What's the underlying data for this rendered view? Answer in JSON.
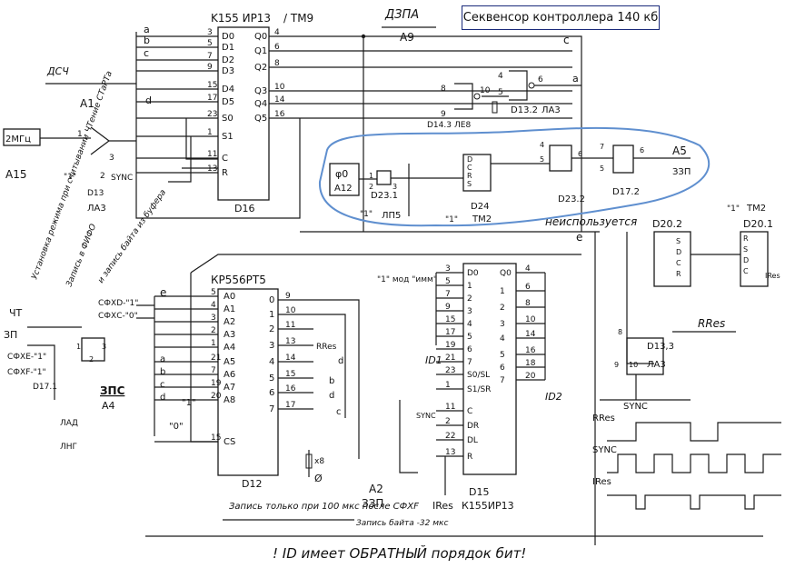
{
  "title": "Секвенсор контроллера 140 кб",
  "chips": {
    "d16": {
      "part": "K155 ИР13",
      "sub": "/ ТМ9",
      "ref": "D16",
      "inputs": [
        "D0",
        "D1",
        "D2",
        "D3",
        "D4",
        "D5",
        "S0",
        "S1",
        "C",
        "R"
      ],
      "outputs": [
        "Q0",
        "Q1",
        "Q2",
        "Q3",
        "Q4",
        "Q5"
      ],
      "in_pins": [
        "3",
        "5",
        "7",
        "9",
        "15",
        "17",
        "23",
        "1",
        "11",
        "13"
      ],
      "out_pins": [
        "4",
        "6",
        "8",
        "10",
        "14",
        "16"
      ]
    },
    "d12": {
      "part": "КР556РТ5",
      "ref": "D12",
      "inputs": [
        "A0",
        "A1",
        "A2",
        "A3",
        "A4",
        "A5",
        "A6",
        "A7",
        "A8",
        "CS"
      ],
      "in_pins": [
        "5",
        "4",
        "3",
        "2",
        "1",
        "21",
        "7",
        "19",
        "20",
        "15"
      ],
      "outputs": [
        "0",
        "1",
        "2",
        "3",
        "4",
        "5",
        "6",
        "7"
      ],
      "out_pins": [
        "9",
        "10",
        "11",
        "13",
        "14",
        "15",
        "16",
        "17"
      ]
    },
    "d15": {
      "part": "К155ИР13",
      "ref": "D15",
      "inputs": [
        "D0",
        "1",
        "2",
        "3",
        "4",
        "5",
        "6",
        "7",
        "S0/SL",
        "S1/SR",
        "C",
        "DR",
        "DL",
        "R"
      ],
      "in_pins": [
        "3",
        "5",
        "7",
        "9",
        "15",
        "17",
        "19",
        "21",
        "23",
        "1",
        "11",
        "2",
        "22",
        "13"
      ],
      "outputs": [
        "Q0",
        "1",
        "2",
        "3",
        "4",
        "5",
        "6",
        "7"
      ],
      "out_pins": [
        "4",
        "6",
        "8",
        "10",
        "14",
        "16",
        "18",
        "20"
      ]
    },
    "d13_1": {
      "ref": "D13",
      "type": "ЛА3",
      "pins": [
        "1",
        "2",
        "3"
      ]
    },
    "d13_2": {
      "ref": "D13.2",
      "type": "ЛА3",
      "pins": [
        "4",
        "5",
        "6"
      ]
    },
    "d13_3": {
      "ref": "D13,3",
      "type": "ЛА3",
      "pins": [
        "8",
        "9",
        "10"
      ]
    },
    "d14_3": {
      "ref": "D14.3",
      "type": "ЛЕ8",
      "pins": [
        "8",
        "9",
        "10"
      ]
    },
    "d17_1": {
      "ref": "D17.1",
      "pins": [
        "1",
        "2",
        "3"
      ]
    },
    "d17_2": {
      "ref": "D17.2",
      "pins": [
        "7",
        "6",
        "5"
      ]
    },
    "d20_1": {
      "ref": "D20.1",
      "type": "ТМ2",
      "pins": [
        "R",
        "S",
        "D",
        "C"
      ]
    },
    "d20_2": {
      "ref": "D20.2",
      "pins": [
        "S",
        "D",
        "C",
        "R"
      ]
    },
    "d23_1": {
      "ref": "D23.1",
      "type": "ЛП5",
      "pins": [
        "1",
        "2",
        "3"
      ]
    },
    "d23_2": {
      "ref": "D23.2",
      "pins": [
        "4",
        "5",
        "6"
      ]
    },
    "d24": {
      "ref": "D24",
      "type": "ТМ2",
      "pins": [
        "D",
        "C",
        "R",
        "S"
      ]
    }
  },
  "buses": [
    "a",
    "b",
    "c",
    "d",
    "e"
  ],
  "signals": {
    "clk_in": "2МГц",
    "clk_pin": "А15",
    "sync": "SYNC",
    "ires": "IRes",
    "rres": "RRes",
    "dsch": "ДСЧ",
    "a1": "А1",
    "zpa": "ДЗПА",
    "a9": "А9",
    "a5": "А5",
    "zp3": "ЗЗП",
    "phi0": "φ0",
    "a12": "А12",
    "a2": "А2",
    "chch": "ЧТ",
    "zp": "ЗП",
    "zps": "ЗПС",
    "a4": "А4",
    "csxe": "СФХЕ-\"1\"",
    "csxf": "СФХF-\"1\"",
    "csxd": "СФХD-\"1\"",
    "csxc": "СФХС-\"0\"",
    "lad": "ЛАД",
    "lng": "ЛНГ",
    "id1": "ID1",
    "id2": "ID2",
    "x8": "x8",
    "one": "\"1\"",
    "zero": "\"0\"",
    "ground": "Ø"
  },
  "notes": {
    "unused": "неиспользуется",
    "write_only": "Запись только при 100 мкс после СФХF",
    "byte_write": "Запись байта -32 мкс",
    "bit_order": "! ID имеет ОБРАТНЫЙ порядок бит!",
    "left_1": "Установка режима при считывании ЧТение СТаРТа",
    "left_2": "Запись в ФИФО",
    "left_3": "и запись байта из буфера",
    "mode_lbl": "\"1\" мод \"имм\""
  },
  "timing": {
    "rows": [
      "RRes",
      "SYNC",
      "IRes"
    ]
  }
}
